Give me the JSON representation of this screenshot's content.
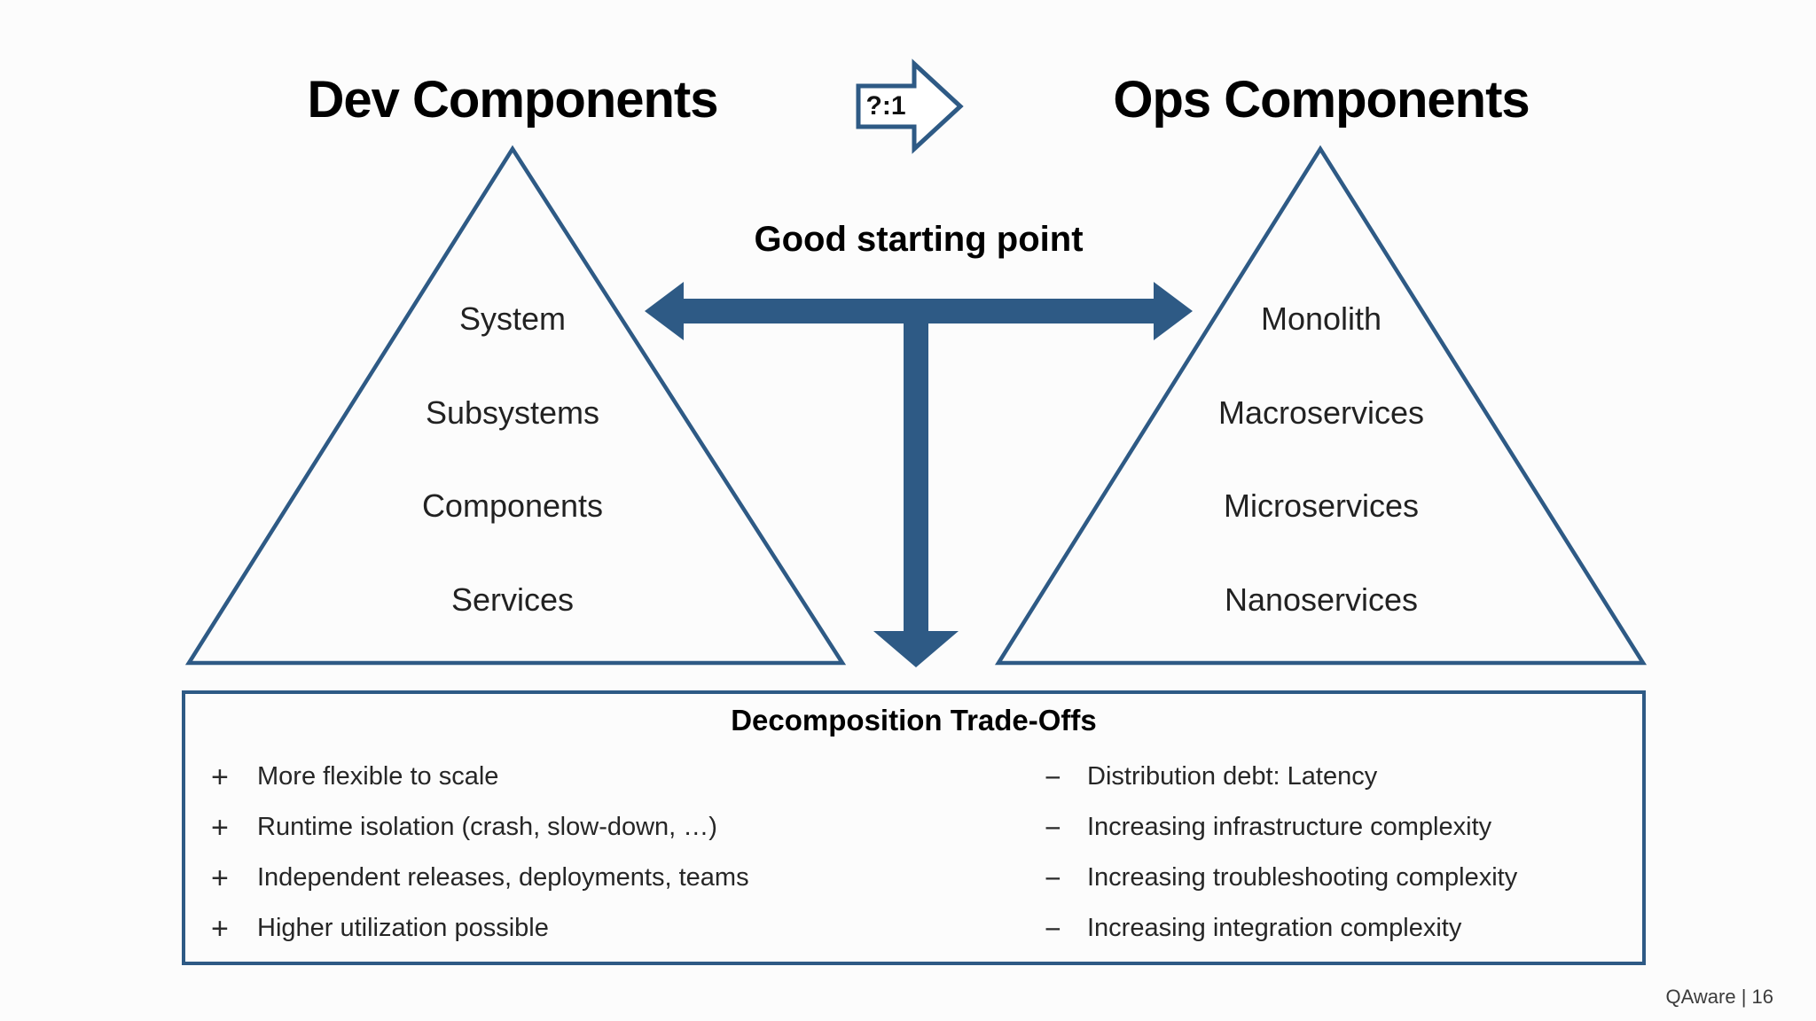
{
  "slide": {
    "titles": {
      "dev": "Dev Components",
      "ops": "Ops Components"
    },
    "ratio_arrow": {
      "label": "?:1",
      "icon": "right-block-arrow-icon"
    },
    "caption": "Good starting point",
    "dev_levels": [
      "System",
      "Subsystems",
      "Components",
      "Services"
    ],
    "ops_levels": [
      "Monolith",
      "Macroservices",
      "Microservices",
      "Nanoservices"
    ],
    "tradeoffs": {
      "title": "Decomposition Trade-Offs",
      "plus_sign": "+",
      "minus_sign": "−",
      "pros": [
        "More flexible to scale",
        "Runtime isolation (crash, slow-down, …)",
        "Independent releases, deployments, teams",
        "Higher utilization possible"
      ],
      "cons": [
        "Distribution debt: Latency",
        "Increasing infrastructure complexity",
        "Increasing troubleshooting complexity",
        "Increasing integration complexity"
      ]
    },
    "footer": {
      "text": "QAware | 16"
    },
    "colors": {
      "accent": "#2E5A85",
      "text": "#1F1F1F",
      "background": "#FCFCFC"
    }
  }
}
